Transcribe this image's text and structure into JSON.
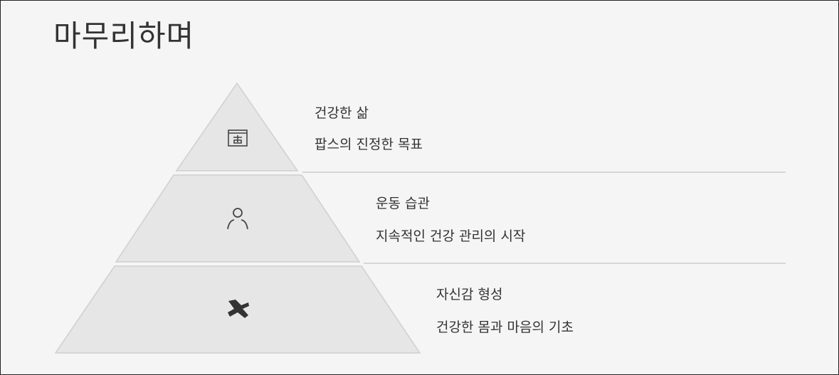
{
  "slide": {
    "title": "마무리하며"
  },
  "tiers": [
    {
      "heading": "건강한 삶",
      "description": "팝스의 진정한 목표",
      "icon": "goal-flag-icon"
    },
    {
      "heading": "운동 습관",
      "description": "지속적인 건강 관리의 시작",
      "icon": "person-icon"
    },
    {
      "heading": "자신감 형성",
      "description": "건강한 몸과 마음의 기초",
      "icon": "handshake-icon"
    }
  ],
  "colors": {
    "tier_fill": "#e6e6e6",
    "tier_stroke": "#cfcfcf",
    "divider": "#cccccc",
    "text": "#333333",
    "background": "#f5f5f5"
  }
}
